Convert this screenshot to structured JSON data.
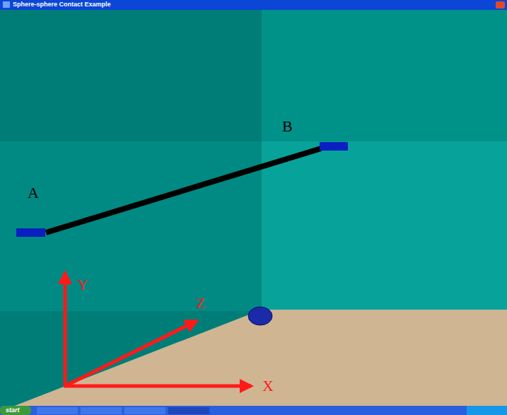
{
  "diagram": {
    "labels": [
      "Sphere-sphere Contact Example",
      "A",
      "B",
      "Y",
      "Z",
      "X",
      "start"
    ]
  }
}
